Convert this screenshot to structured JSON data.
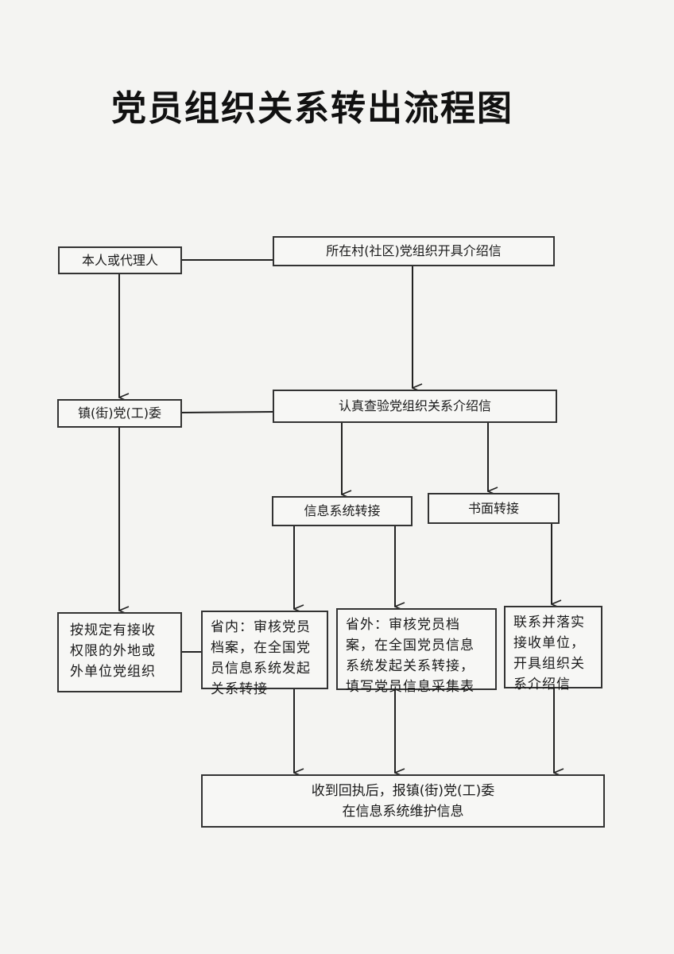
{
  "title": "党员组织关系转出流程图",
  "nodes": {
    "applicant": "本人或代理人",
    "village_letter": "所在村(社区)党组织开具介绍信",
    "town_committee": "镇(街)党(工)委",
    "verify_letter": "认真查验党组织关系介绍信",
    "info_system": "信息系统转接",
    "paper_transfer": "书面转接",
    "receiving_org": "按规定有接收权限的外地或外单位党组织",
    "in_province": "省内：审核党员档案，在全国党员信息系统发起关系转接",
    "out_province": "省外：审核党员档案，在全国党员信息系统发起关系转接，填写党员信息采集表",
    "contact_unit": "联系并落实接收单位，开具组织关系介绍信",
    "final_line1": "收到回执后，报镇(街)党(工)委",
    "final_line2": "在信息系统维护信息"
  }
}
